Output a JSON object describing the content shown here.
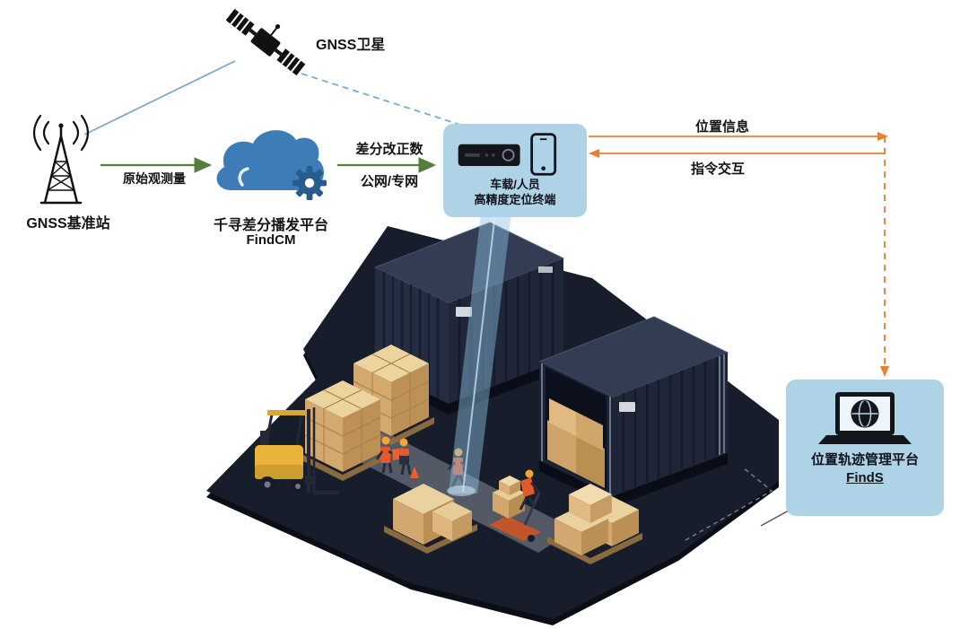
{
  "nodes": {
    "satellite": {
      "label": "GNSS卫星"
    },
    "base_station": {
      "label": "GNSS基准站"
    },
    "cloud_platform": {
      "name": "千寻差分播发平台",
      "product": "FindCM"
    },
    "terminal": {
      "line1": "车载/人员",
      "line2": "高精度定位终端"
    },
    "management_platform": {
      "name": "位置轨迹管理平台",
      "product": "FindS"
    }
  },
  "links": {
    "raw_observation": {
      "label": "原始观测量",
      "color": "#567d3e",
      "style": "solid-arrow"
    },
    "correction": {
      "label_line1": "差分改正数",
      "label_line2": "公网/专网",
      "color": "#567d3e",
      "style": "solid-arrow"
    },
    "position_info": {
      "label": "位置信息",
      "color": "#ed7d31",
      "style": "solid"
    },
    "command_interaction": {
      "label": "指令交互",
      "color": "#ed7d31",
      "style": "solid-arrow"
    },
    "platform_drop": {
      "color": "#ed7d31",
      "style": "dashed-arrow"
    },
    "satellite_to_terminal": {
      "color": "#6fa8d6",
      "style": "dashed"
    },
    "satellite_to_base": {
      "color": "#7aa7c7",
      "style": "solid"
    }
  },
  "icons": {
    "satellite": "satellite-icon",
    "base_station": "radio-tower-icon",
    "cloud": "cloud-gear-icon",
    "terminal": "receiver-and-phone-icon",
    "management": "laptop-globe-icon"
  },
  "colors": {
    "bubble_bg": "#aed2e6",
    "cloud_blue": "#3e7cb8",
    "gear_blue": "#275d8e",
    "scene_ground": "#181d2b",
    "container_face": "#242d42",
    "carton_tan": "#d3a96e",
    "forklift_yellow": "#eab43c",
    "vest_orange": "#e05a2b",
    "beam_blue": "#8fc4e4"
  },
  "scene": {
    "description": "Isometric container yard: two navy shipping containers (one with open door showing cartons), carton pallet stacks, yellow forklift, pallet jack and workers; blue positioning beam from terminal onto a worker"
  }
}
